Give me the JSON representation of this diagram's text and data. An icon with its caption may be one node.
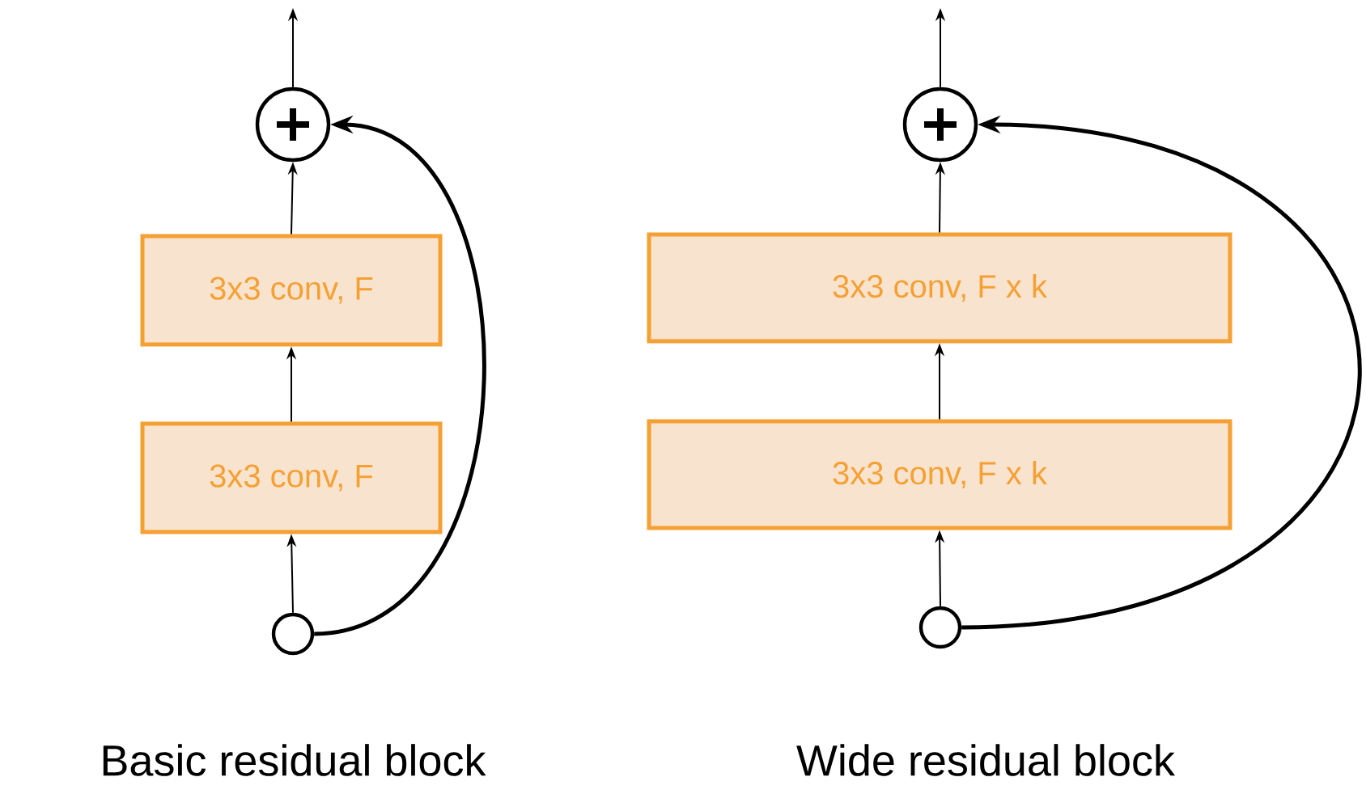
{
  "diagram": {
    "nodes": [
      {
        "text": [],
        "shape": "circle"
      },
      {
        "text": [
          "3x3 conv, F"
        ]
      },
      {
        "text": [
          "3x3 conv, F"
        ]
      },
      {
        "text": [],
        "shape": "circle"
      },
      {
        "text": [],
        "shape": "circle"
      },
      {
        "text": [
          "3x3 conv, F x k"
        ]
      },
      {
        "text": [
          "3x3 conv, F x k"
        ]
      },
      {
        "text": [],
        "shape": "circle"
      }
    ],
    "edges": [
      {
        "from": 0,
        "to": null,
        "arrow": "to"
      },
      {
        "from": 1,
        "to": 0,
        "arrow": "to"
      },
      {
        "from": 2,
        "to": 1,
        "arrow": "to"
      },
      {
        "from": 3,
        "to": 2,
        "arrow": "to"
      },
      {
        "from": 3,
        "to": 0,
        "arrow": "to",
        "style": "thick"
      },
      {
        "from": 4,
        "to": null,
        "arrow": "to"
      },
      {
        "from": 5,
        "to": 4,
        "arrow": "to"
      },
      {
        "from": 6,
        "to": 5,
        "arrow": "to"
      },
      {
        "from": 7,
        "to": 6,
        "arrow": "to"
      },
      {
        "from": 7,
        "to": 4,
        "arrow": "to",
        "style": "thick"
      }
    ],
    "labels": [
      "Basic residual block",
      "Wide residual block"
    ]
  }
}
